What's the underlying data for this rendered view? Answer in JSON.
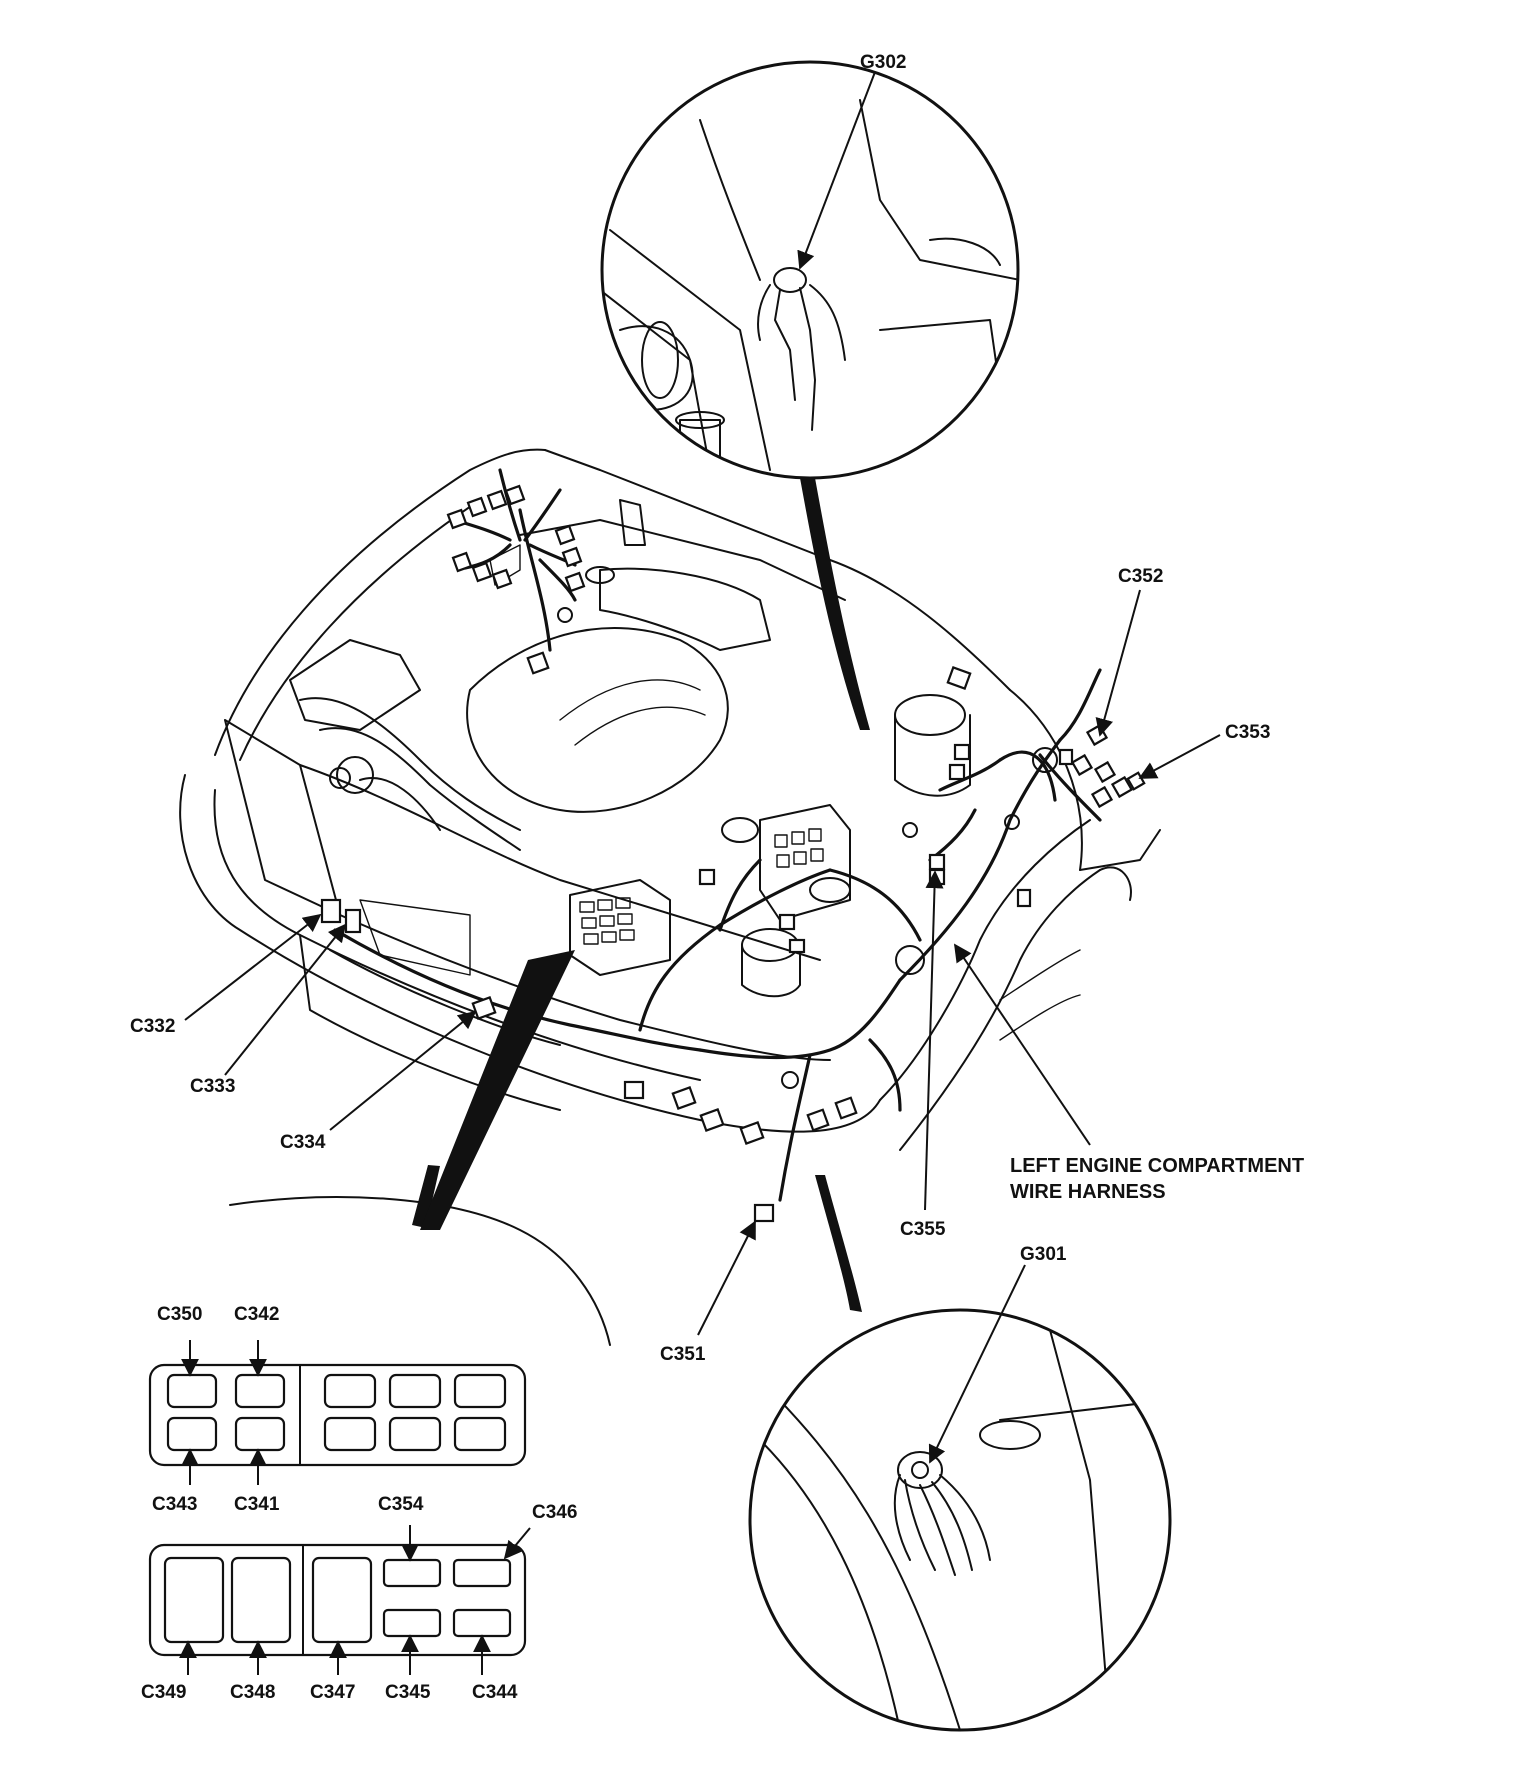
{
  "labels": {
    "g302": "G302",
    "g301": "G301",
    "c352": "C352",
    "c353": "C353",
    "c332": "C332",
    "c333": "C333",
    "c334": "C334",
    "c355": "C355",
    "c351": "C351",
    "harness_line1": "LEFT ENGINE COMPARTMENT",
    "harness_line2": "WIRE HARNESS"
  },
  "fuse_box_top": {
    "c350": "C350",
    "c342": "C342",
    "c343": "C343",
    "c341": "C341"
  },
  "fuse_box_bottom": {
    "c354": "C354",
    "c346": "C346",
    "c349": "C349",
    "c348": "C348",
    "c347": "C347",
    "c345": "C345",
    "c344": "C344"
  },
  "colors": {
    "ink": "#111111",
    "paper": "#ffffff"
  }
}
